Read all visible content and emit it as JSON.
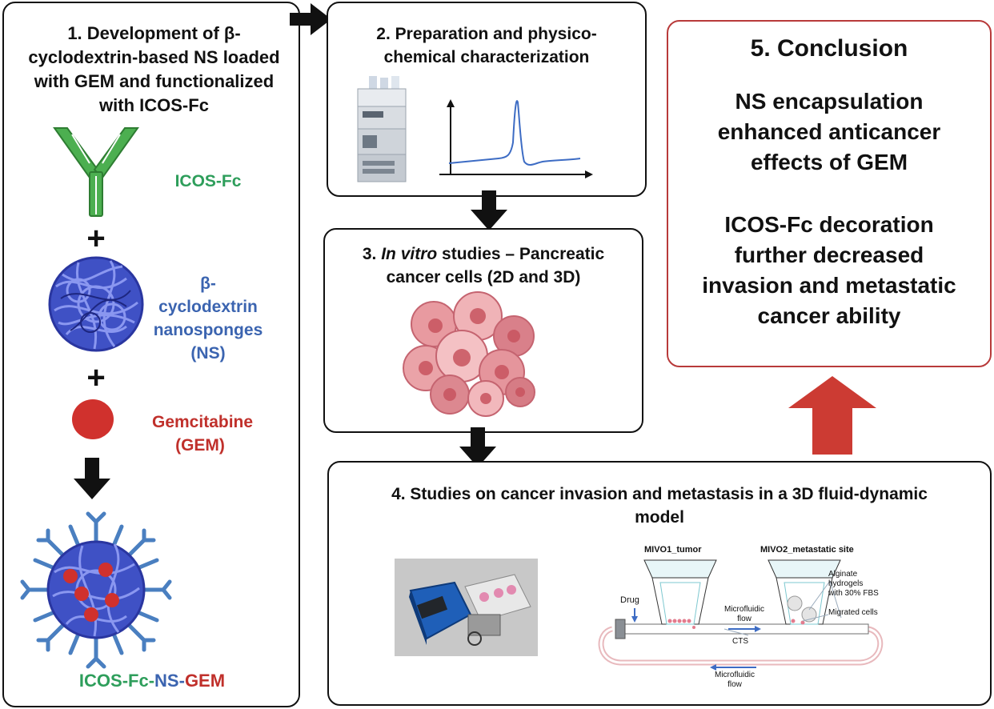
{
  "panel1": {
    "title_lines": [
      "1. Development of β-",
      "cyclodextrin-based NS loaded",
      "with GEM and functionalized",
      "with ICOS-Fc"
    ],
    "icos_label": "ICOS-Fc",
    "plus": "+",
    "ns_label_lines": [
      "β-cyclodextrin",
      "nanosponges",
      "(NS)"
    ],
    "gem_label_lines": [
      "Gemcitabine",
      "(GEM)"
    ],
    "final_label": {
      "part1": "ICOS-Fc",
      "sep1": "-",
      "part2": "NS",
      "sep2": "-",
      "part3": "GEM"
    }
  },
  "panel2": {
    "title_lines": [
      "2. Preparation and physico-",
      "chemical characterization"
    ]
  },
  "panel3": {
    "title_prefix": "3. ",
    "title_italic": "In vitro",
    "title_rest": " studies – Pancreatic",
    "title_line2": "cancer cells (2D and 3D)"
  },
  "panel4": {
    "title_lines": [
      "4. Studies on cancer invasion and metastasis in a 3D fluid-dynamic",
      "model"
    ],
    "diagram": {
      "mivo1": "MIVO1_tumor",
      "mivo2": "MIVO2_metastatic site",
      "drug": "Drug",
      "microfluidic": "Microfluidic",
      "flow": "flow",
      "alginate_line1": "Alginate hydrogels",
      "alginate_line2": "with 30% FBS",
      "migrated": "Migrated cells",
      "cts": "CTS"
    }
  },
  "panel5": {
    "title": "5. Conclusion",
    "para1_lines": [
      "NS encapsulation",
      "enhanced anticancer",
      "effects of GEM"
    ],
    "para2_lines": [
      "ICOS-Fc decoration",
      "further decreased",
      "invasion and metastatic",
      "cancer ability"
    ]
  },
  "colors": {
    "icos_green": "#2e9e5b",
    "ns_blue": "#3b64b0",
    "gem_red": "#c0302b",
    "conclusion_border": "#b83a3a",
    "arrow_red": "#cc3b33"
  }
}
